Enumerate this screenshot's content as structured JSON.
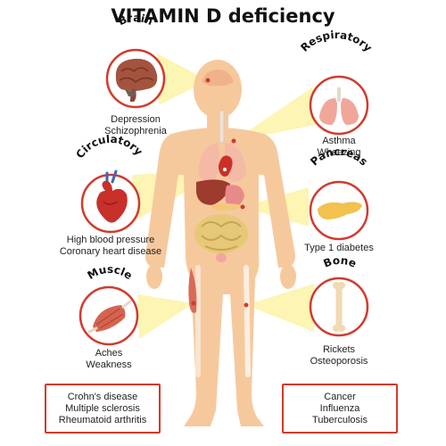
{
  "title": "VITAMIN D deficiency",
  "colors": {
    "accent": "#d23a2e",
    "skin": "#f6c99d",
    "beam": "#fbf3a6",
    "arc_text": "#111111"
  },
  "organs": [
    {
      "key": "brain",
      "label": "Brain",
      "icon": "brain-icon",
      "conditions": [
        "Depression",
        "Schizophrenia"
      ]
    },
    {
      "key": "respiratory",
      "label": "Respiratory",
      "icon": "lungs-icon",
      "conditions": [
        "Asthma",
        "Wheezing"
      ]
    },
    {
      "key": "circulatory",
      "label": "Circulatory",
      "icon": "heart-icon",
      "conditions": [
        "High blood pressure",
        "Coronary heart disease"
      ]
    },
    {
      "key": "pancreas",
      "label": "Pancreas",
      "icon": "pancreas-icon",
      "conditions": [
        "Type 1 diabetes"
      ]
    },
    {
      "key": "muscle",
      "label": "Muscle",
      "icon": "muscle-icon",
      "conditions": [
        "Aches",
        "Weakness"
      ]
    },
    {
      "key": "bone",
      "label": "Bone",
      "icon": "bone-icon",
      "conditions": [
        "Rickets",
        "Osteoporosis"
      ]
    }
  ],
  "boxes": {
    "left": [
      "Crohn's disease",
      "Multiple sclerosis",
      "Rheumatoid arthritis"
    ],
    "right": [
      "Cancer",
      "Influenza",
      "Tuberculosis"
    ]
  }
}
